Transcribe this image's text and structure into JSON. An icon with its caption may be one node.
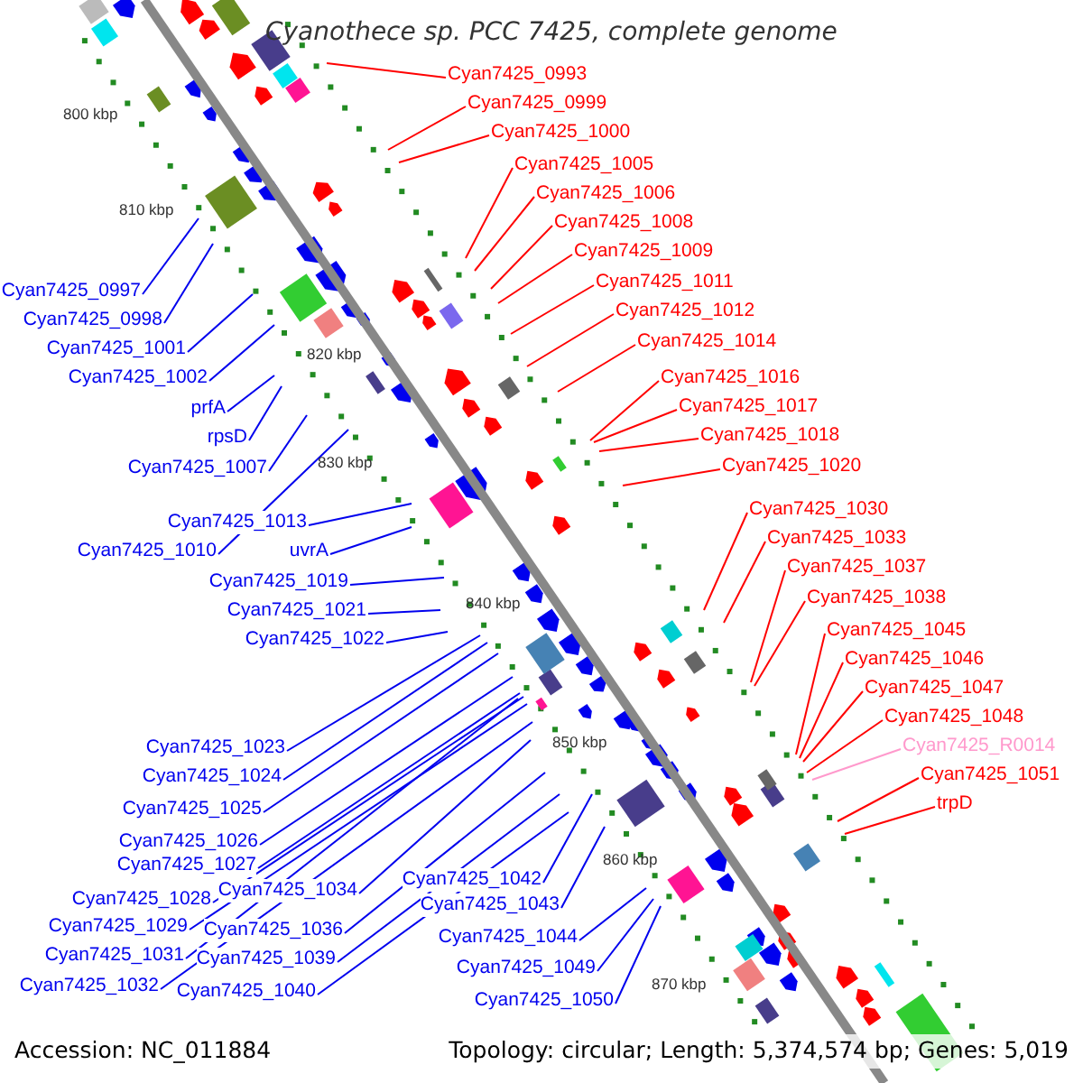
{
  "diagram": {
    "title": "Cyanothece sp. PCC 7425, complete genome",
    "nodes": [
      {
        "text": [
          "Cyan7425_0993"
        ]
      },
      {
        "text": [
          "Cyan7425_0999"
        ]
      },
      {
        "text": [
          "Cyan7425_1000"
        ]
      },
      {
        "text": [
          "Cyan7425_1005"
        ]
      },
      {
        "text": [
          "Cyan7425_1006"
        ]
      },
      {
        "text": [
          "Cyan7425_1008"
        ]
      },
      {
        "text": [
          "Cyan7425_1009"
        ]
      },
      {
        "text": [
          "Cyan7425_1011"
        ]
      },
      {
        "text": [
          "Cyan7425_0997"
        ]
      },
      {
        "text": [
          "Cyan7425_1012"
        ]
      },
      {
        "text": [
          "Cyan7425_0998"
        ]
      },
      {
        "text": [
          "Cyan7425_1014"
        ]
      },
      {
        "text": [
          "Cyan7425_1001"
        ]
      },
      {
        "text": [
          "Cyan7425_1016"
        ]
      },
      {
        "text": [
          "Cyan7425_1002"
        ]
      },
      {
        "text": [
          "Cyan7425_1017"
        ]
      },
      {
        "text": [
          "prfA"
        ]
      },
      {
        "text": [
          "Cyan7425_1018"
        ]
      },
      {
        "text": [
          "rpsD"
        ]
      },
      {
        "text": [
          "Cyan7425_1020"
        ]
      },
      {
        "text": [
          "Cyan7425_1007"
        ]
      },
      {
        "text": [
          "Cyan7425_1030"
        ]
      },
      {
        "text": [
          "Cyan7425_1013"
        ]
      },
      {
        "text": [
          "Cyan7425_1033"
        ]
      },
      {
        "text": [
          "Cyan7425_1010"
        ]
      },
      {
        "text": [
          "uvrA"
        ]
      },
      {
        "text": [
          "Cyan7425_1037"
        ]
      },
      {
        "text": [
          "Cyan7425_1019"
        ]
      },
      {
        "text": [
          "Cyan7425_1038"
        ]
      },
      {
        "text": [
          "Cyan7425_1021"
        ]
      },
      {
        "text": [
          "Cyan7425_1045"
        ]
      },
      {
        "text": [
          "Cyan7425_1022"
        ]
      },
      {
        "text": [
          "Cyan7425_1046"
        ]
      },
      {
        "text": [
          "Cyan7425_1047"
        ]
      },
      {
        "text": [
          "Cyan7425_1048"
        ]
      },
      {
        "text": [
          "Cyan7425_R0014"
        ]
      },
      {
        "text": [
          "Cyan7425_1023"
        ]
      },
      {
        "text": [
          "Cyan7425_1051"
        ]
      },
      {
        "text": [
          "Cyan7425_1024"
        ]
      },
      {
        "text": [
          "trpD"
        ]
      },
      {
        "text": [
          "Cyan7425_1025"
        ]
      },
      {
        "text": [
          "Cyan7425_1026"
        ]
      },
      {
        "text": [
          "Cyan7425_1027"
        ]
      },
      {
        "text": [
          "Cyan7425_1042"
        ]
      },
      {
        "text": [
          "Cyan7425_1034"
        ]
      },
      {
        "text": [
          "Cyan7425_1028"
        ]
      },
      {
        "text": [
          "Cyan7425_1043"
        ]
      },
      {
        "text": [
          "Cyan7425_1029"
        ]
      },
      {
        "text": [
          "Cyan7425_1036"
        ]
      },
      {
        "text": [
          "Cyan7425_1044"
        ]
      },
      {
        "text": [
          "Cyan7425_1031"
        ]
      },
      {
        "text": [
          "Cyan7425_1039"
        ]
      },
      {
        "text": [
          "Cyan7425_1049"
        ]
      },
      {
        "text": [
          "Cyan7425_1032"
        ]
      },
      {
        "text": [
          "Cyan7425_1040"
        ]
      },
      {
        "text": [
          "Cyan7425_1050"
        ]
      }
    ],
    "edges": [
      {
        "from": 0,
        "to": null,
        "arrow": "none",
        "color": "#ff0000"
      },
      {
        "from": 1,
        "to": null,
        "arrow": "none",
        "color": "#ff0000"
      },
      {
        "from": 2,
        "to": null,
        "arrow": "none",
        "color": "#ff0000"
      },
      {
        "from": 3,
        "to": null,
        "arrow": "none",
        "color": "#ff0000"
      },
      {
        "from": 4,
        "to": null,
        "arrow": "none",
        "color": "#ff0000"
      },
      {
        "from": 5,
        "to": null,
        "arrow": "none",
        "color": "#ff0000"
      },
      {
        "from": 6,
        "to": null,
        "arrow": "none",
        "color": "#ff0000"
      },
      {
        "from": 7,
        "to": null,
        "arrow": "none",
        "color": "#ff0000"
      },
      {
        "from": 8,
        "to": null,
        "arrow": "none"
      },
      {
        "from": 9,
        "to": null,
        "arrow": "none",
        "color": "#ff0000"
      },
      {
        "from": 10,
        "to": null,
        "arrow": "none"
      },
      {
        "from": 11,
        "to": null,
        "arrow": "none",
        "color": "#ff0000"
      },
      {
        "from": 12,
        "to": null,
        "arrow": "none"
      },
      {
        "from": 13,
        "to": null,
        "arrow": "none",
        "color": "#ff0000"
      },
      {
        "from": 14,
        "to": null,
        "arrow": "none"
      },
      {
        "from": 15,
        "to": null,
        "arrow": "none",
        "color": "#ff0000"
      },
      {
        "from": 16,
        "to": null,
        "arrow": "none"
      },
      {
        "from": 17,
        "to": null,
        "arrow": "none",
        "color": "#ff0000"
      },
      {
        "from": 18,
        "to": null,
        "arrow": "none"
      },
      {
        "from": 19,
        "to": null,
        "arrow": "none",
        "color": "#ff0000"
      },
      {
        "from": 20,
        "to": null,
        "arrow": "none"
      },
      {
        "from": 21,
        "to": null,
        "arrow": "none",
        "color": "#ff0000"
      },
      {
        "from": 22,
        "to": null,
        "arrow": "none"
      },
      {
        "from": 23,
        "to": null,
        "arrow": "none",
        "color": "#ff0000"
      },
      {
        "from": 24,
        "to": null,
        "arrow": "none"
      },
      {
        "from": 25,
        "to": null,
        "arrow": "none"
      },
      {
        "from": 26,
        "to": null,
        "arrow": "none",
        "color": "#ff0000"
      },
      {
        "from": 27,
        "to": null,
        "arrow": "none"
      },
      {
        "from": 28,
        "to": null,
        "arrow": "none",
        "color": "#ff0000"
      },
      {
        "from": 29,
        "to": null,
        "arrow": "none"
      },
      {
        "from": 30,
        "to": null,
        "arrow": "none",
        "color": "#ff0000"
      },
      {
        "from": 31,
        "to": null,
        "arrow": "none"
      },
      {
        "from": 32,
        "to": null,
        "arrow": "none",
        "color": "#ff0000"
      },
      {
        "from": 33,
        "to": null,
        "arrow": "none",
        "color": "#ff0000"
      },
      {
        "from": 34,
        "to": null,
        "arrow": "none",
        "color": "#ff0000"
      },
      {
        "from": 35,
        "to": null,
        "arrow": "none",
        "color": "#ff99cc"
      },
      {
        "from": 36,
        "to": null,
        "arrow": "none"
      },
      {
        "from": 37,
        "to": null,
        "arrow": "none",
        "color": "#ff0000"
      },
      {
        "from": 38,
        "to": null,
        "arrow": "none"
      },
      {
        "from": 39,
        "to": null,
        "arrow": "none",
        "color": "#ff0000"
      },
      {
        "from": 40,
        "to": null,
        "arrow": "none"
      },
      {
        "from": 41,
        "to": null,
        "arrow": "none"
      },
      {
        "from": 42,
        "to": null,
        "arrow": "none"
      },
      {
        "from": 43,
        "to": null,
        "arrow": "none"
      },
      {
        "from": 44,
        "to": null,
        "arrow": "none"
      },
      {
        "from": 45,
        "to": null,
        "arrow": "none"
      },
      {
        "from": 46,
        "to": null,
        "arrow": "none"
      },
      {
        "from": 47,
        "to": null,
        "arrow": "none"
      },
      {
        "from": 48,
        "to": null,
        "arrow": "none"
      },
      {
        "from": 49,
        "to": null,
        "arrow": "none"
      },
      {
        "from": 50,
        "to": null,
        "arrow": "none"
      },
      {
        "from": 51,
        "to": null,
        "arrow": "none"
      },
      {
        "from": 52,
        "to": null,
        "arrow": "none"
      },
      {
        "from": 53,
        "to": null,
        "arrow": "none"
      },
      {
        "from": 54,
        "to": null,
        "arrow": "none"
      },
      {
        "from": 55,
        "to": null,
        "arrow": "none"
      }
    ],
    "labels": [
      "800 kbp",
      "810 kbp",
      "820 kbp",
      "830 kbp",
      "840 kbp",
      "850 kbp",
      "860 kbp",
      "870 kbp",
      "Accession: NC_011884",
      "Topology: circular; Length: 5,374,574 bp; Genes: 5,019"
    ]
  }
}
